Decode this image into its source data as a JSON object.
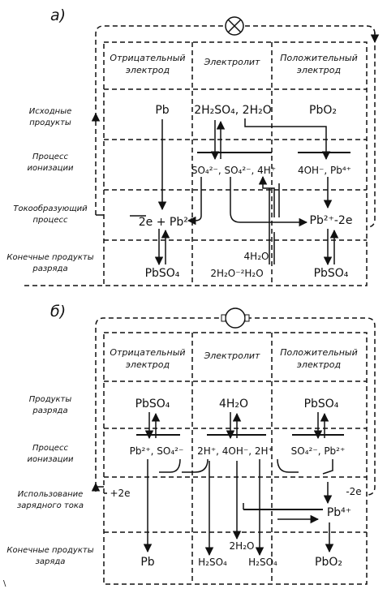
{
  "panel_a": {
    "label": "а)",
    "columns": [
      "Отрицательный электрод",
      "Электролит",
      "Положительный электрод"
    ],
    "rows": [
      "Исходные продукты",
      "Процесс ионизации",
      "Токообразующий процесс",
      "Конечные продукты разряда"
    ],
    "source": "current-consumer-crossed-circle-icon",
    "cells": {
      "neg_start": "Pb",
      "elec_start": "2H₂SO₄, 2H₂O",
      "pos_start": "PbO₂",
      "elec_ions": "SO₄²⁻, SO₄²⁻, 4H⁺",
      "pos_ions": "4OH⁻, Pb⁴⁺",
      "neg_process": "2e + Pb²⁺",
      "pos_process": "Pb²⁺-2e",
      "neg_end": "PbSO₄",
      "elec_end_top": "4H₂O",
      "elec_end": "2H₂O⁻²H₂O",
      "pos_end": "PbSO₄"
    }
  },
  "panel_b": {
    "label": "б)",
    "columns": [
      "Отрицательный электрод",
      "Электролит",
      "Положительный электрод"
    ],
    "rows": [
      "Продукты разряда",
      "Процесс ионизации",
      "Использование зарядного тока",
      "Конечные продукты заряда"
    ],
    "source": "dc-generator-circle-icon",
    "cells": {
      "neg_start": "PbSO₄",
      "elec_start": "4H₂O",
      "pos_start": "PbSO₄",
      "neg_ions": "Pb²⁺, SO₄²⁻",
      "elec_ions": "2H⁺, 4OH⁻, 2H⁺",
      "pos_ions": "SO₄²⁻, Pb²⁺",
      "neg_process": "+2e",
      "pos_process_top": "-2e",
      "pos_process": "Pb⁴⁺",
      "neg_end": "Pb",
      "elec_end_top": "2H₂O",
      "elec_end_left": "H₂SO₄",
      "elec_end_right": "H₂SO₄",
      "pos_end": "PbO₂"
    }
  }
}
